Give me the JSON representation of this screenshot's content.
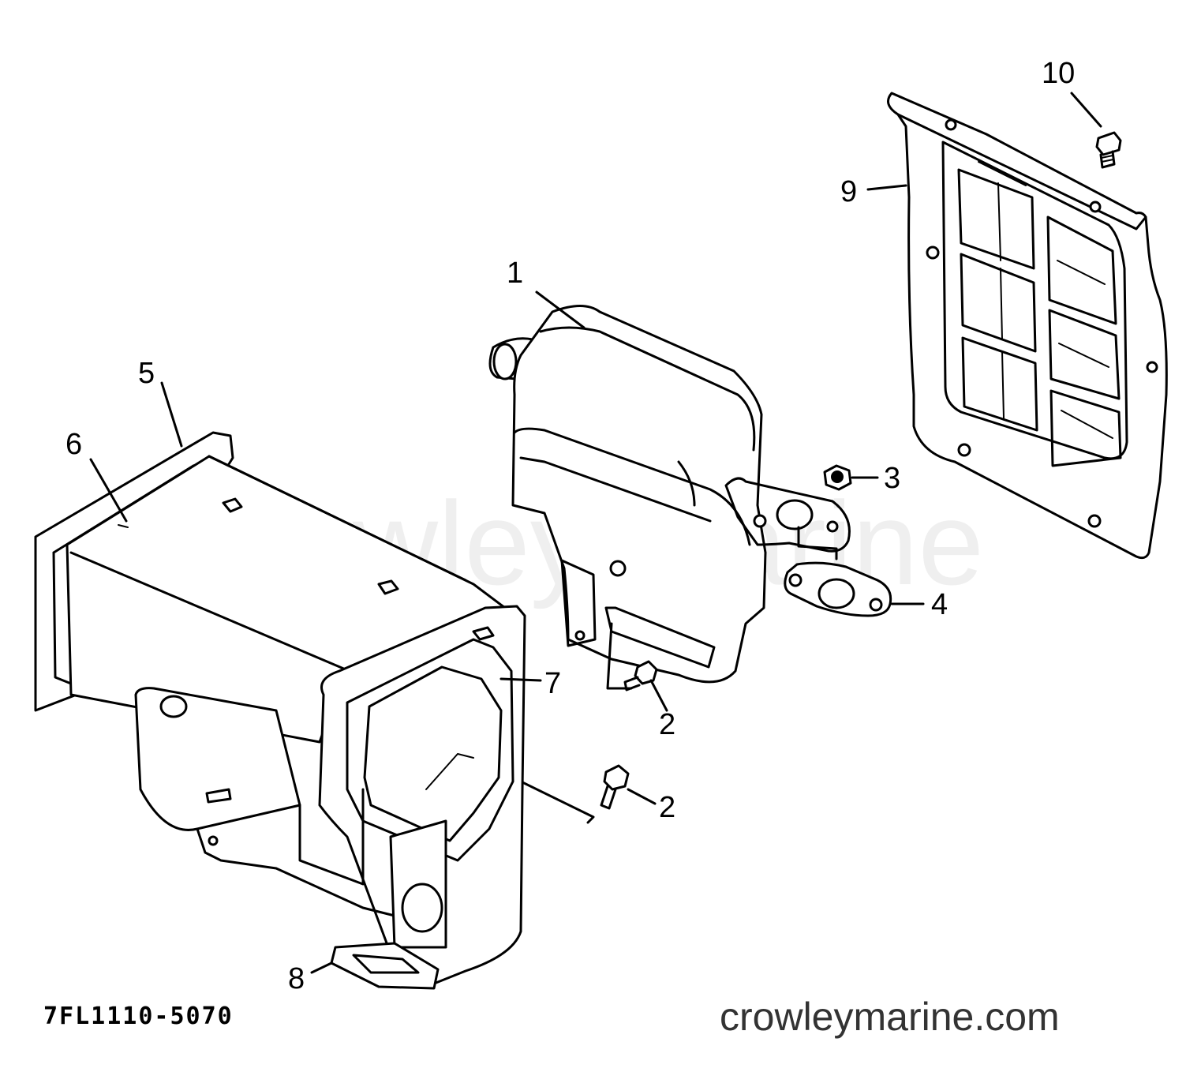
{
  "watermark": "Crowley Marine",
  "part_number": "7FL1110-5070",
  "website": "crowleymarine.com",
  "callouts": {
    "c1": "1",
    "c2a": "2",
    "c2b": "2",
    "c3": "3",
    "c4": "4",
    "c5": "5",
    "c6": "6",
    "c7": "7",
    "c8": "8",
    "c9": "9",
    "c10": "10"
  }
}
